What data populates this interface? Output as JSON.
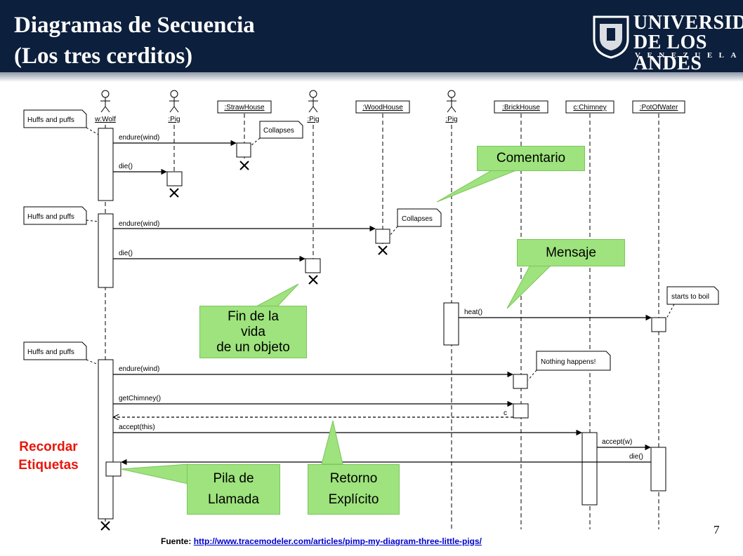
{
  "slide": {
    "title_line1": "Diagramas de Secuencia",
    "title_line2": "(Los tres cerditos)",
    "logo_line1": "UNIVERSIDAD",
    "logo_line2": "DE LOS ANDES",
    "logo_line3": "VENEZUELA",
    "page_number": "7",
    "source_label": "Fuente:",
    "source_url": "http://www.tracemodeler.com/articles/pimp-my-diagram-three-little-pigs/",
    "reminder_line1": "Recordar",
    "reminder_line2": "Etiquetas",
    "colors": {
      "header": "#0c1f3c",
      "callout": "#9ee37d",
      "reminder": "#e8160b"
    }
  },
  "diagram": {
    "lifelines": [
      "w:Wolf",
      ":Pig",
      ":StrawHouse",
      ":Pig",
      ":WoodHouse",
      ":Pig",
      ":BrickHouse",
      "c:Chimney",
      ":PotOfWater"
    ],
    "notes": [
      "Huffs and puffs",
      "Collapses",
      "Huffs and puffs",
      "Collapses",
      "starts to boil",
      "Huffs and puffs",
      "Nothing happens!"
    ],
    "messages": [
      "endure(wind)",
      "die()",
      "endure(wind)",
      "die()",
      "heat()",
      "endure(wind)",
      "getChimney()",
      "c",
      "accept(this)",
      "accept(w)",
      "die()"
    ]
  },
  "callouts": {
    "comentario": "Comentario",
    "mensaje": "Mensaje",
    "fin_line1": "Fin de la",
    "fin_line2": "vida",
    "fin_line3": "de un objeto",
    "pila_line1": "Pila de",
    "pila_line2": "Llamada",
    "retorno_line1": "Retorno",
    "retorno_line2": "Explícito"
  }
}
